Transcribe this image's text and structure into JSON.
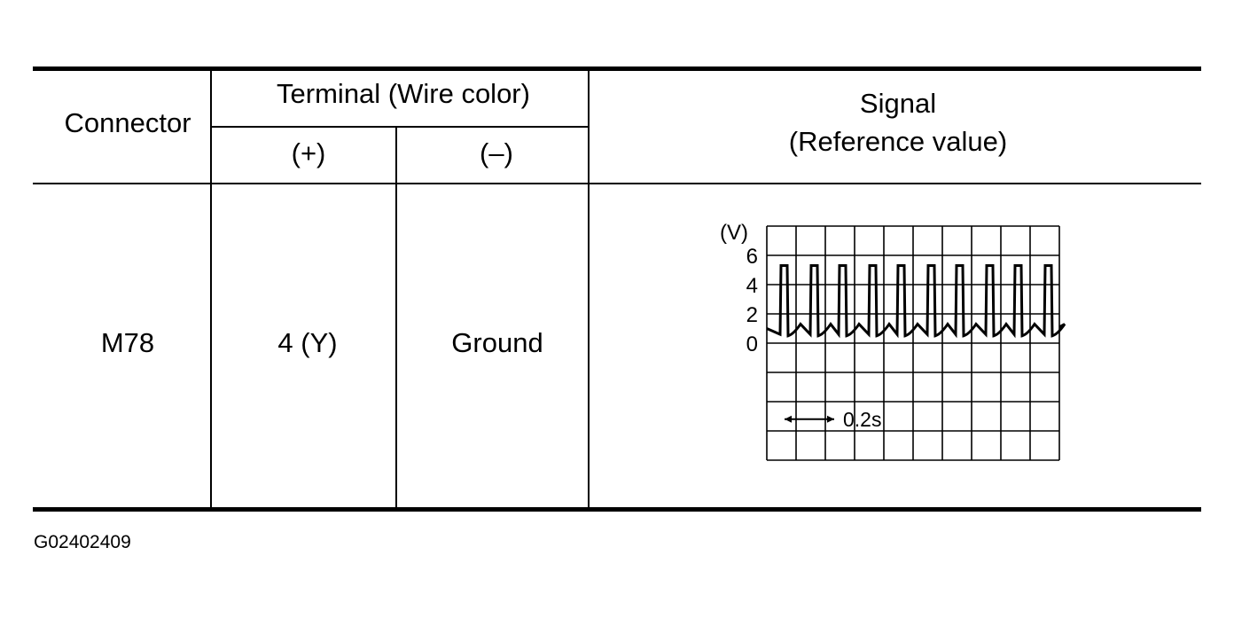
{
  "table": {
    "headers": {
      "connector": "Connector",
      "terminal": "Terminal (Wire color)",
      "plus": "(+)",
      "minus": "(–)",
      "signal_line1": "Signal",
      "signal_line2": "(Reference value)"
    },
    "row": {
      "connector": "M78",
      "plus": "4 (Y)",
      "minus": "Ground"
    }
  },
  "chart_data": {
    "type": "line",
    "ylabel": "(V)",
    "y_ticks": [
      "6",
      "4",
      "2",
      "0"
    ],
    "ylim": [
      -8,
      8
    ],
    "time_scale_label": "0.2s",
    "time_per_division": 0.1,
    "grid": true,
    "divisions": {
      "x": 10,
      "y": 8
    },
    "waveform": {
      "description_values": "periodic pulse",
      "pulse_peak_v": 5.3,
      "baseline_v": 0.6,
      "pulse_count": 10
    }
  },
  "figure_id": "G02402409"
}
